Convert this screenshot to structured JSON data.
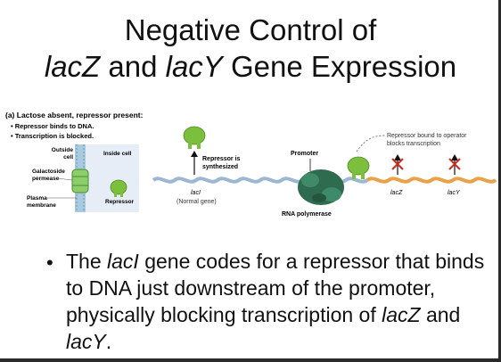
{
  "title": {
    "line1": "Negative Control of",
    "line2_gene1": "lacZ",
    "line2_and": "and",
    "line2_gene2": "lacY",
    "line2_rest": "Gene Expression"
  },
  "figure": {
    "panel_heading": "(a) Lactose absent, repressor present:",
    "points": [
      "• Repressor binds to DNA.",
      "• Transcription is blocked."
    ],
    "outside_cell": [
      "Outside",
      "cell"
    ],
    "inside_cell": "Inside cell",
    "galactoside_permease": [
      "Galactoside",
      "permease"
    ],
    "plasma_membrane": [
      "Plasma",
      "membrane"
    ],
    "repressor": "Repressor",
    "repressor_synthesized": [
      "Repressor is",
      "synthesized"
    ],
    "laci": "lacI",
    "normal_gene": "(Normal gene)",
    "promoter": "Promoter",
    "rna_polymerase": "RNA polymerase",
    "repressor_bound": [
      "Repressor bound to operator",
      "blocks transcription"
    ],
    "lacz": "lacZ",
    "lacy": "lacY",
    "colors": {
      "repressor_green": "#7cbf3c",
      "dna_blue": "#9db6d1",
      "dna_orange": "#e9a24a",
      "polymerase_green": "#2f6b4f",
      "block_red": "#cc2a1c",
      "membrane_green": "#8ccf6a"
    }
  },
  "bullet": {
    "p1": "The ",
    "gene_laci": "lacI",
    "p2": " gene codes for a repressor that binds to DNA just downstream of the promoter, physically blocking transcription of ",
    "gene_lacz": "lacZ",
    "p3": " and ",
    "gene_lacy": "lacY",
    "p4": "."
  }
}
